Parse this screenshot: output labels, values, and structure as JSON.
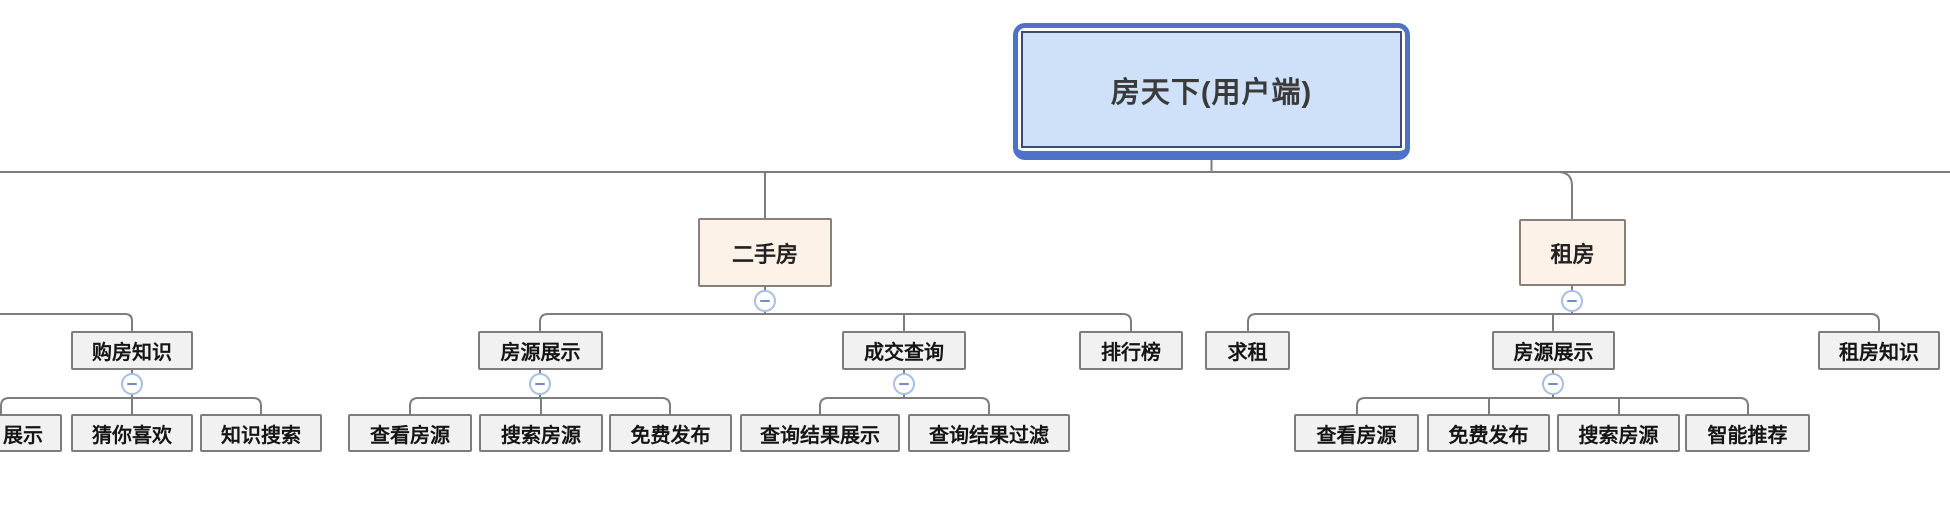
{
  "theme": {
    "line_color": "#7d7d7d",
    "node_fill": "#f1f1f1",
    "node_border": "#7d7d7d",
    "branch_fill": "#fdf2e8",
    "branch_border": "#87817a",
    "root_fill": "#cfe1f8",
    "root_border": "#4d72c7",
    "root_inner_border": "#3e4c74",
    "collapse_icon_border": "#a6bfe6",
    "collapse_icon_minus": "#7489c9"
  },
  "mindmap": {
    "root": {
      "label": "房天下(用户端)"
    },
    "branches": [
      {
        "label": "二手房",
        "children": [
          {
            "label": "房源展示",
            "children": [
              {
                "label": "查看房源"
              },
              {
                "label": "搜索房源"
              },
              {
                "label": "免费发布"
              }
            ]
          },
          {
            "label": "成交查询",
            "children": [
              {
                "label": "查询结果展示"
              },
              {
                "label": "查询结果过滤"
              }
            ]
          },
          {
            "label": "排行榜",
            "children": []
          }
        ]
      },
      {
        "label": "租房",
        "children": [
          {
            "label": "求租",
            "children": []
          },
          {
            "label": "房源展示",
            "children": [
              {
                "label": "查看房源"
              },
              {
                "label": "免费发布"
              },
              {
                "label": "搜索房源"
              },
              {
                "label": "智能推荐"
              }
            ]
          },
          {
            "label": "租房知识",
            "children": []
          }
        ]
      }
    ],
    "clipped_branch": {
      "label": "购房知识",
      "children": [
        {
          "label": "展示"
        },
        {
          "label": "猜你喜欢"
        },
        {
          "label": "知识搜索"
        }
      ]
    }
  }
}
